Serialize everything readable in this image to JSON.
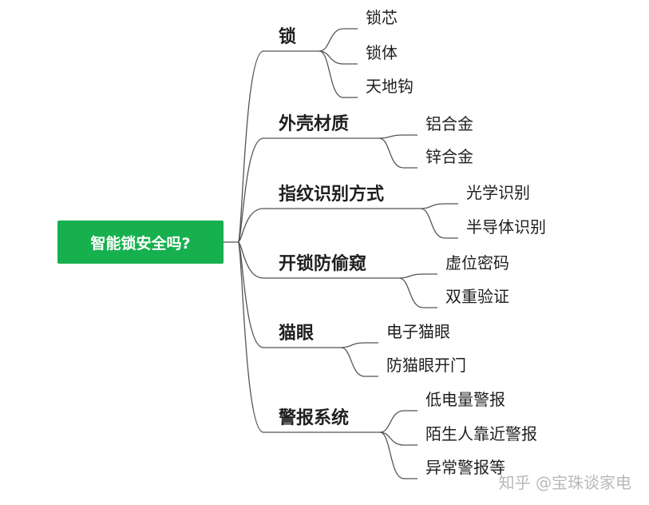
{
  "root": {
    "label": "智能锁安全吗?",
    "color": "#16b04f"
  },
  "line_color": "#555555",
  "branches": [
    {
      "label": "锁",
      "children": [
        "锁芯",
        "锁体",
        "天地钩"
      ]
    },
    {
      "label": "外壳材质",
      "children": [
        "铝合金",
        "锌合金"
      ]
    },
    {
      "label": "指纹识别方式",
      "children": [
        "光学识别",
        "半导体识别"
      ]
    },
    {
      "label": "开锁防偷窥",
      "children": [
        "虚位密码",
        "双重验证"
      ]
    },
    {
      "label": "猫眼",
      "children": [
        "电子猫眼",
        "防猫眼开门"
      ]
    },
    {
      "label": "警报系统",
      "children": [
        "低电量警报",
        "陌生人靠近警报",
        "异常警报等"
      ]
    }
  ],
  "watermark": "知乎 @宝珠谈家电"
}
